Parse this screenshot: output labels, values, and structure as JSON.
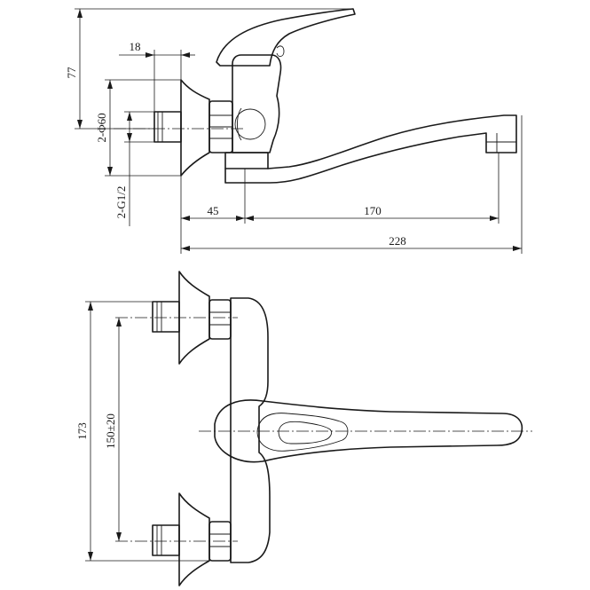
{
  "dimensions": {
    "overall_height": "77",
    "inlet_offset": "18",
    "flange_dia": "2-Φ60",
    "thread": "2-G1/2",
    "inlet_depth": "45",
    "spout_reach": "170",
    "total_length": "228",
    "overall_width": "173",
    "inlet_spacing": "150±20"
  },
  "colors": {
    "ink": "#1a1a1a",
    "background": "#ffffff"
  }
}
